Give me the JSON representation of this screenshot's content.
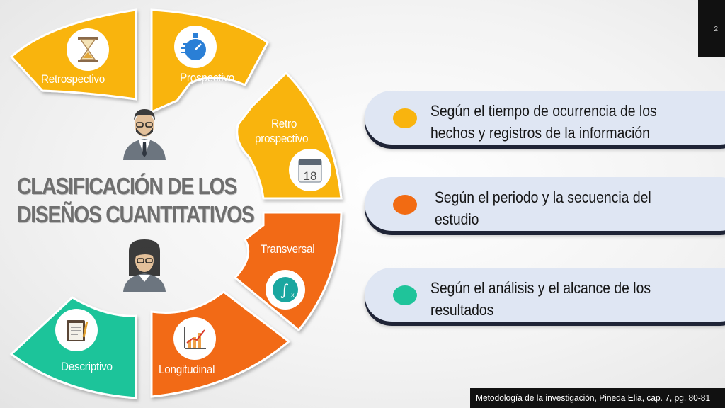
{
  "slide": {
    "page_number": "2",
    "title_line1": "CLASIFICACIÓN DE LOS",
    "title_line2": "DISEÑOS CUANTITATIVOS",
    "footer": "Metodología de la investigación, Pineda Elia, cap. 7, pg. 80-81"
  },
  "wheel": {
    "segments": [
      {
        "label": "Retrospectivo",
        "color": "#F9B40E",
        "icon": "hourglass-icon"
      },
      {
        "label": "Prospectivo",
        "color": "#F9B40E",
        "icon": "stopwatch-icon"
      },
      {
        "label_line1": "Retro",
        "label_line2": "prospectivo",
        "color": "#F9B40E",
        "icon": "calendar-icon",
        "icon_text": "18"
      },
      {
        "label": "Transversal",
        "color": "#F26B12",
        "icon": "integral-icon"
      },
      {
        "label": "Longitudinal",
        "color": "#F26B12",
        "icon": "line-chart-icon"
      },
      {
        "label": "Descriptivo",
        "color": "#1FC49A",
        "icon": "clipboard-icon"
      }
    ],
    "people": [
      "man-avatar-icon",
      "woman-avatar-icon"
    ]
  },
  "criteria": [
    {
      "text": "Según el tiempo de ocurrencia de los hechos y registros de la información",
      "color": "#F9B40E"
    },
    {
      "text": "Según el periodo y la secuencia del estudio",
      "color": "#F26B12"
    },
    {
      "text": "Según el análisis y el alcance de los resultados",
      "color": "#1FC49A"
    }
  ]
}
